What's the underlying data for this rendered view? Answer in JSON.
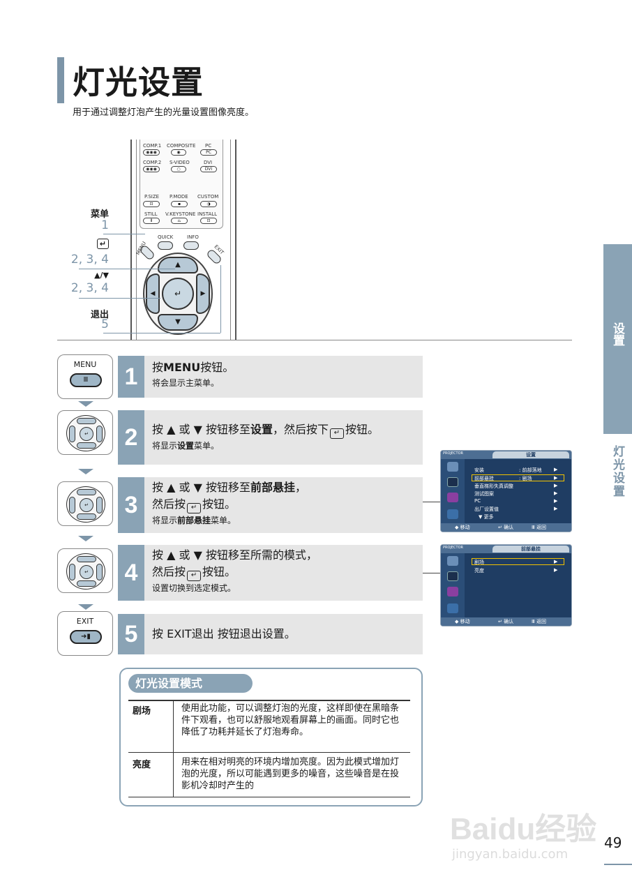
{
  "page": {
    "title": "灯光设置",
    "subtitle": "用于通过调整灯泡产生的光量设置图像亮度。",
    "side_tab": "设置",
    "side_subtitle": "灯光设置",
    "page_number": "49"
  },
  "remote": {
    "source_buttons": [
      {
        "label": "COMP.1"
      },
      {
        "label": "COMPOSITE"
      },
      {
        "label": "PC"
      },
      {
        "label": "COMP.2"
      },
      {
        "label": "S-VIDEO"
      },
      {
        "label": "DVI"
      },
      {
        "label": "P.SIZE"
      },
      {
        "label": "P.MODE"
      },
      {
        "label": "CUSTOM"
      },
      {
        "label": "STILL"
      },
      {
        "label": "V.KEYSTONE"
      },
      {
        "label": "INSTALL"
      }
    ],
    "callouts": [
      {
        "label": "菜单",
        "steps": "1"
      },
      {
        "label": "↵",
        "steps": "2, 3, 4"
      },
      {
        "label": "▲/▼",
        "steps": "2, 3, 4"
      },
      {
        "label": "退出",
        "steps": "5"
      }
    ],
    "keys": {
      "menu": "MENU",
      "quick": "QUICK",
      "info": "INFO",
      "exit": "EXIT"
    }
  },
  "steps": [
    {
      "number": "1",
      "icon_label": "MENU",
      "main_pre": "按",
      "main_bold": "MENU",
      "main_post": "按钮。",
      "sub": "将会显示主菜单。"
    },
    {
      "number": "2",
      "main_pre": "按 ▲ 或 ▼ 按钮移至",
      "main_bold": "设置",
      "main_post": "，然后按下",
      "main_end": "按钮。",
      "sub_pre": "将显示",
      "sub_bold": "设置",
      "sub_post": "菜单。"
    },
    {
      "number": "3",
      "main_pre": "按 ▲ 或 ▼ 按钮移至",
      "main_bold": "前部悬挂",
      "main_post": "，",
      "line2_pre": "然后按",
      "line2_post": "按钮。",
      "sub_pre": "将显示",
      "sub_bold": "前部悬挂",
      "sub_post": "菜单。"
    },
    {
      "number": "4",
      "main": "按 ▲ 或 ▼ 按钮移至所需的模式，",
      "line2_pre": "然后按",
      "line2_post": "按钮。",
      "sub": "设置切换到选定模式。"
    },
    {
      "number": "5",
      "icon_label": "EXIT",
      "main": "按 EXIT退出 按钮退出设置。"
    }
  ],
  "osd_setup": {
    "brand": "PROJECTOR",
    "tab": "设置",
    "rows": [
      {
        "label": "安装",
        "value": ": 前部落地"
      },
      {
        "label": "前部悬挂",
        "value": ": 剧场"
      },
      {
        "label": "垂直梯形失真调整",
        "value": ""
      },
      {
        "label": "测试图案",
        "value": ""
      },
      {
        "label": "PC",
        "value": ""
      },
      {
        "label": "出厂设置值",
        "value": ""
      },
      {
        "label": "▼ 更多",
        "value": ""
      }
    ],
    "footer": {
      "move": "◆ 移动",
      "confirm": "↵ 确认",
      "back": "Ⅲ 返回"
    }
  },
  "osd_mount": {
    "brand": "PROJECTOR",
    "tab": "前部悬挂",
    "rows": [
      {
        "label": "剧场"
      },
      {
        "label": "亮度"
      }
    ],
    "footer": {
      "move": "◆ 移动",
      "confirm": "↵ 确认",
      "back": "Ⅲ 返回"
    }
  },
  "modes": {
    "heading": "灯光设置模式",
    "items": [
      {
        "term": "剧场",
        "desc": "使用此功能，可以调整灯泡的光度，这样即使在黑暗条件下观看，也可以舒服地观看屏幕上的画面。同时它也降低了功耗并延长了灯泡寿命。"
      },
      {
        "term": "亮度",
        "desc": "用来在相对明亮的环境内增加亮度。因为此模式增加灯泡的光度，所以可能遇到更多的噪音，这些噪音是在投影机冷却时产生的"
      }
    ]
  },
  "watermark": {
    "main": "Baidu经验",
    "sub": "jingyan.baidu.com"
  },
  "colors": {
    "accent": "#8aa3b5",
    "title_bar": "#7d95a8",
    "step_bg": "#e6e6e6",
    "osd_bg": "#1f3d63",
    "osd_highlight": "#f2c200"
  }
}
